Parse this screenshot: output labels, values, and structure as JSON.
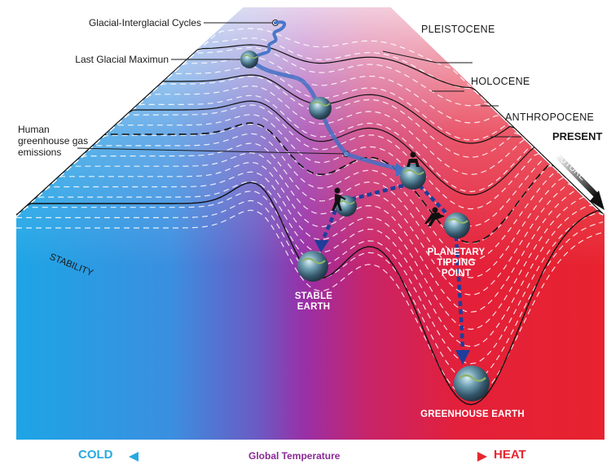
{
  "labels": {
    "glacial_cycles": "Glacial-Interglacial Cycles",
    "last_glacial": "Last Glacial Maximun",
    "human_emissions": [
      "Human",
      "greenhouse gas",
      "emissions"
    ],
    "stability": "STABILITY",
    "future": "FUTURE"
  },
  "eras": {
    "pleistocene": "PLEISTOCENE",
    "holocene": "HOLOCENE",
    "anthropocene": "ANTHROPOCENE",
    "present": "PRESENT"
  },
  "states": {
    "stable_earth": [
      "STABLE",
      "EARTH"
    ],
    "tipping_point": [
      "PLANETARY",
      "TIPPING",
      "POINT"
    ],
    "greenhouse_earth": "GREENHOUSE EARTH"
  },
  "axis": {
    "cold": "COLD",
    "title": "Global Temperature",
    "heat": "HEAT"
  },
  "colors": {
    "cold": "#29a9e0",
    "warm": "#8a2a96",
    "heat": "#e8262e",
    "path": "#2e4fa8"
  }
}
